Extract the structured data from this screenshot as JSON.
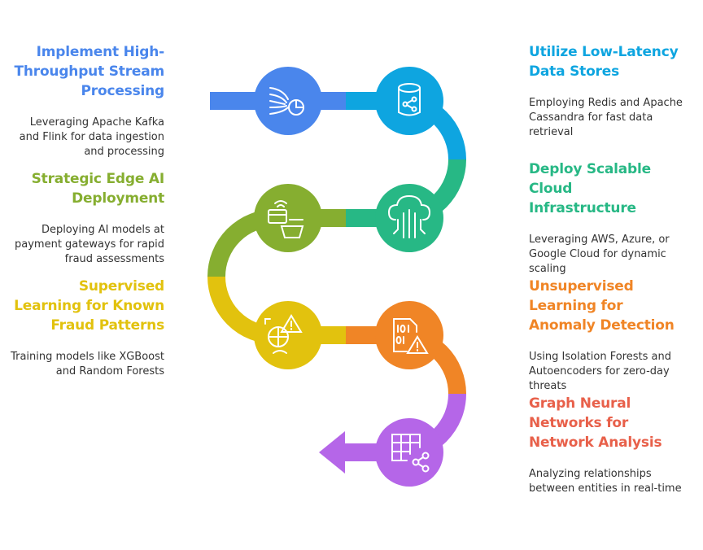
{
  "colors": {
    "blue": "#4a86ec",
    "cyan": "#0ea5e0",
    "teal": "#27b885",
    "olive": "#86ae30",
    "yellow": "#e2c20e",
    "orange": "#f08526",
    "purple": "#b566e8"
  },
  "steps": [
    {
      "title": "Implement High-Throughput Stream Processing",
      "description": "Leveraging Apache Kafka and Flink for data ingestion and processing",
      "color": "#4a86ec",
      "icon": "stream-processing-icon"
    },
    {
      "title": "Utilize Low-Latency Data Stores",
      "description": "Employing Redis and Apache Cassandra for fast data retrieval",
      "color": "#0ea5e0",
      "icon": "database-icon"
    },
    {
      "title": "Deploy Scalable Cloud Infrastructure",
      "description": "Leveraging AWS, Azure, or Google Cloud for dynamic scaling",
      "color": "#27b885",
      "icon": "cloud-network-icon"
    },
    {
      "title": "Strategic Edge AI Deployment",
      "description": "Deploying AI models at payment gateways for rapid fraud assessments",
      "color": "#86ae30",
      "icon": "payment-terminal-icon"
    },
    {
      "title": "Supervised Learning for Known Fraud Patterns",
      "description": "Training models like XGBoost and Random Forests",
      "color": "#e2c20e",
      "icon": "risk-analysis-icon"
    },
    {
      "title": "Unsupervised Learning for Anomaly Detection",
      "description": "Using Isolation Forests and Autoencoders for zero-day threats",
      "color": "#f08526",
      "icon": "binary-alert-icon"
    },
    {
      "title": "Graph Neural Networks for Network Analysis",
      "description": "Analyzing relationships between entities in real-time",
      "color": "#b566e8",
      "icon": "table-share-icon"
    }
  ]
}
